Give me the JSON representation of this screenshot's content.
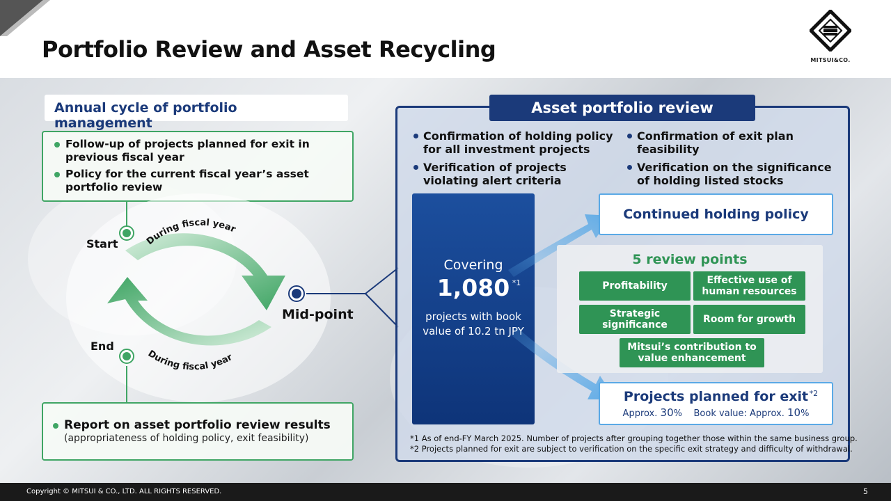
{
  "header": {
    "title": "Portfolio Review and Asset Recycling",
    "logo_text": "MITSUI&CO."
  },
  "cycle": {
    "title": "Annual cycle of portfolio management",
    "top_bullets": [
      "Follow-up of projects planned for exit in previous fiscal year",
      "Policy for the current fiscal year’s asset portfolio review"
    ],
    "start_label": "Start",
    "end_label": "End",
    "mid_label": "Mid-point",
    "arc_top_text": "During fiscal year",
    "arc_bottom_text": "During fiscal year",
    "bottom_bullet": "Report on asset portfolio review results",
    "bottom_sub": "(appropriateness of holding policy, exit feasibility)"
  },
  "review": {
    "title": "Asset portfolio review",
    "bullets": [
      "Confirmation of holding policy for all investment projects",
      "Verification of projects violating alert criteria",
      "Confirmation of exit plan feasibility",
      "Verification on the significance of holding listed stocks"
    ],
    "covering_label": "Covering",
    "covering_number": "1,080",
    "covering_note": "*1",
    "covering_sub": "projects with book value of 10.2 tn JPY",
    "holding_policy": "Continued holding policy",
    "review_points_title": "5 review points",
    "points": [
      "Profitability",
      "Effective use of human resources",
      "Strategic significance",
      "Room for growth",
      "Mitsui’s contribution to value enhancement"
    ],
    "exit_title": "Projects planned for exit",
    "exit_note": "*2",
    "exit_approx_label": "Approx.",
    "exit_approx_value": "30",
    "exit_bv_label": "Book value: Approx.",
    "exit_bv_value": "10",
    "exit_unit": "%",
    "footnotes": [
      "*1 As of end-FY March 2025. Number of projects after grouping together those within the same business group.",
      "*2 Projects planned for exit are subject to verification on the specific exit strategy and difficulty of withdrawal."
    ]
  },
  "footer": {
    "copyright": "Copyright © MITSUI & CO., LTD. ALL RIGHTS RESERVED.",
    "page_number": "5"
  },
  "colors": {
    "navy": "#1b3a7a",
    "green": "#2f9455",
    "light_green": "#3fa564",
    "light_blue": "#5aa9e6"
  }
}
